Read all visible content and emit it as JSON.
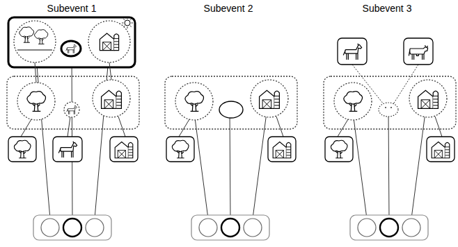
{
  "diagram": {
    "labels": [
      "Subevent 1",
      "Subevent 2",
      "Subevent 3"
    ]
  }
}
